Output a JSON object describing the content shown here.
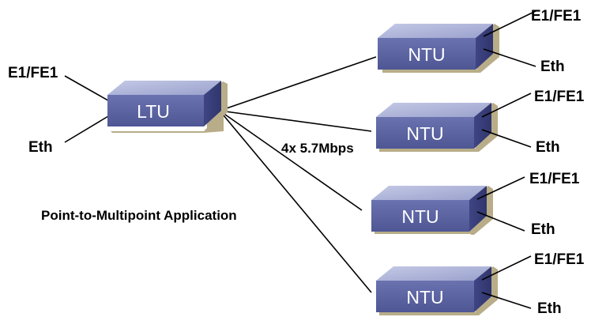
{
  "diagram": {
    "caption": "Point-to-Multipoint Application",
    "rate_label": "4x 5.7Mbps",
    "ltu": {
      "label": "LTU",
      "port_top": "E1/FE1",
      "port_bottom": "Eth"
    },
    "ntus": [
      {
        "label": "NTU",
        "port_top": "E1/FE1",
        "port_bottom": "Eth"
      },
      {
        "label": "NTU",
        "port_top": "E1/FE1",
        "port_bottom": "Eth"
      },
      {
        "label": "NTU",
        "port_top": "E1/FE1",
        "port_bottom": "Eth"
      },
      {
        "label": "NTU",
        "port_top": "E1/FE1",
        "port_bottom": "Eth"
      }
    ],
    "colors": {
      "box_front": "#5a62a0",
      "box_top": "#aeb4d8",
      "box_side": "#3a3f7a",
      "shadow": "#b8ad88",
      "line": "#000000",
      "label_text": "#ffffff"
    }
  }
}
